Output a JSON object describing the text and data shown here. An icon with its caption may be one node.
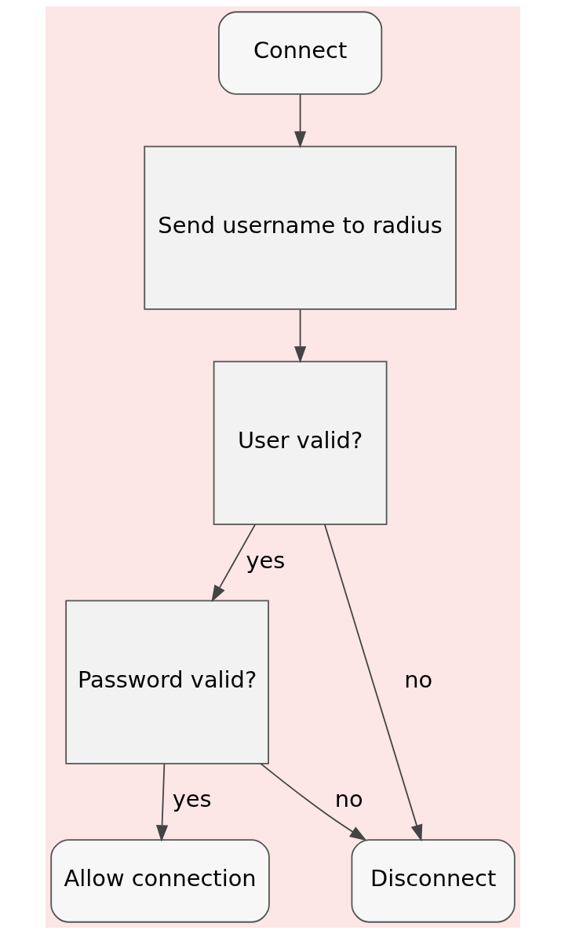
{
  "diagram": {
    "nodes": [
      {
        "text": [
          "Connect"
        ]
      },
      {
        "text": [
          "Send username to radius"
        ]
      },
      {
        "text": [
          "User valid?"
        ]
      },
      {
        "text": [
          "Password valid?"
        ]
      },
      {
        "text": [
          "Disconnect"
        ]
      },
      {
        "text": [
          "Allow connection"
        ]
      }
    ],
    "edges": [
      {
        "from": 0,
        "to": 1,
        "arrow": "to"
      },
      {
        "from": 1,
        "to": 2,
        "arrow": "to"
      },
      {
        "from": 2,
        "to": 4,
        "arrow": "to",
        "label": "no"
      },
      {
        "from": 2,
        "to": 3,
        "arrow": "to",
        "label": "yes"
      },
      {
        "from": 3,
        "to": 4,
        "arrow": "to",
        "label": "no"
      },
      {
        "from": 3,
        "to": 5,
        "arrow": "to",
        "label": "yes"
      }
    ]
  }
}
